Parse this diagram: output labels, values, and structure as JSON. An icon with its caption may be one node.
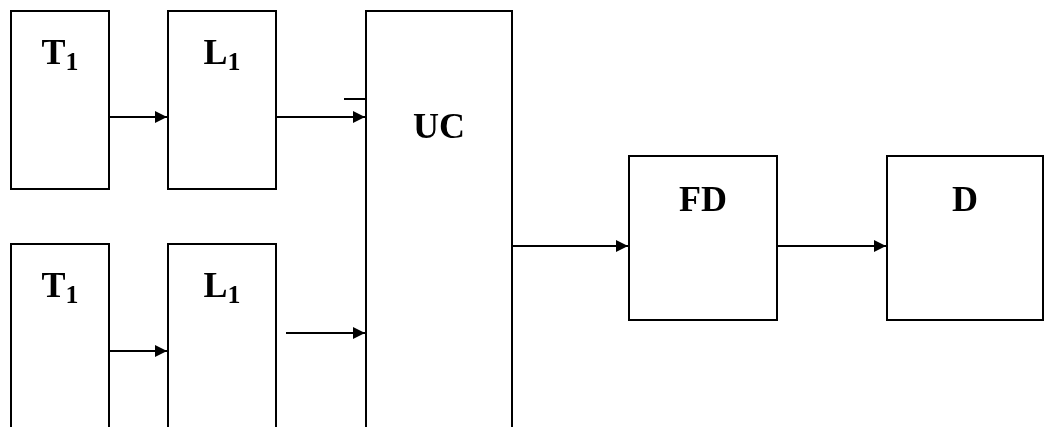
{
  "diagram": {
    "nodes": [
      {
        "text": [
          "T$_{1}$"
        ]
      },
      {
        "text": [
          "L$_{1}$"
        ]
      },
      {
        "text": [
          "T$_{1}$"
        ]
      },
      {
        "text": [
          "L$_{1}$"
        ]
      },
      {
        "text": [
          "UC"
        ]
      },
      {
        "text": [
          "FD"
        ]
      },
      {
        "text": [
          "D"
        ]
      }
    ],
    "edges": [
      {
        "from": 0,
        "to": 1,
        "arrow": "to"
      },
      {
        "from": 1,
        "to": 4,
        "arrow": "to"
      },
      {
        "from": 2,
        "to": 3,
        "arrow": "to"
      },
      {
        "from": 3,
        "to": 4,
        "arrow": "to"
      },
      {
        "from": 4,
        "to": 5,
        "arrow": "to"
      },
      {
        "from": 5,
        "to": 6,
        "arrow": "to"
      }
    ]
  }
}
